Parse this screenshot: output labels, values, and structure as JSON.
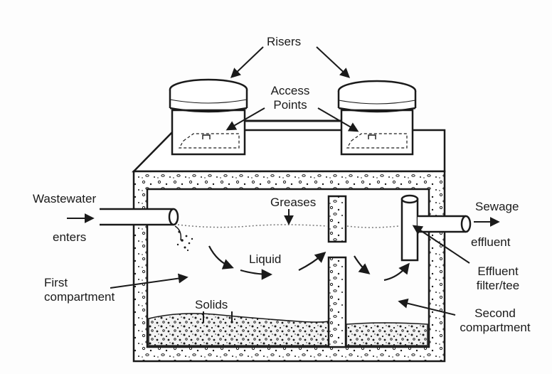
{
  "labels": {
    "risers": "Risers",
    "access_points_1": "Access",
    "access_points_2": "Points",
    "wastewater": "Wastewater",
    "enters": "enters",
    "greases": "Greases",
    "sewage": "Sewage",
    "effluent": "effluent",
    "liquid": "Liquid",
    "first_1": "First",
    "first_2": "compartment",
    "effluent_filter_1": "Effluent",
    "effluent_filter_2": "filter/tee",
    "solids": "Solids",
    "second_1": "Second",
    "second_2": "compartment"
  },
  "colors": {
    "ink": "#1a1a1a",
    "concrete": "#ffffff"
  }
}
